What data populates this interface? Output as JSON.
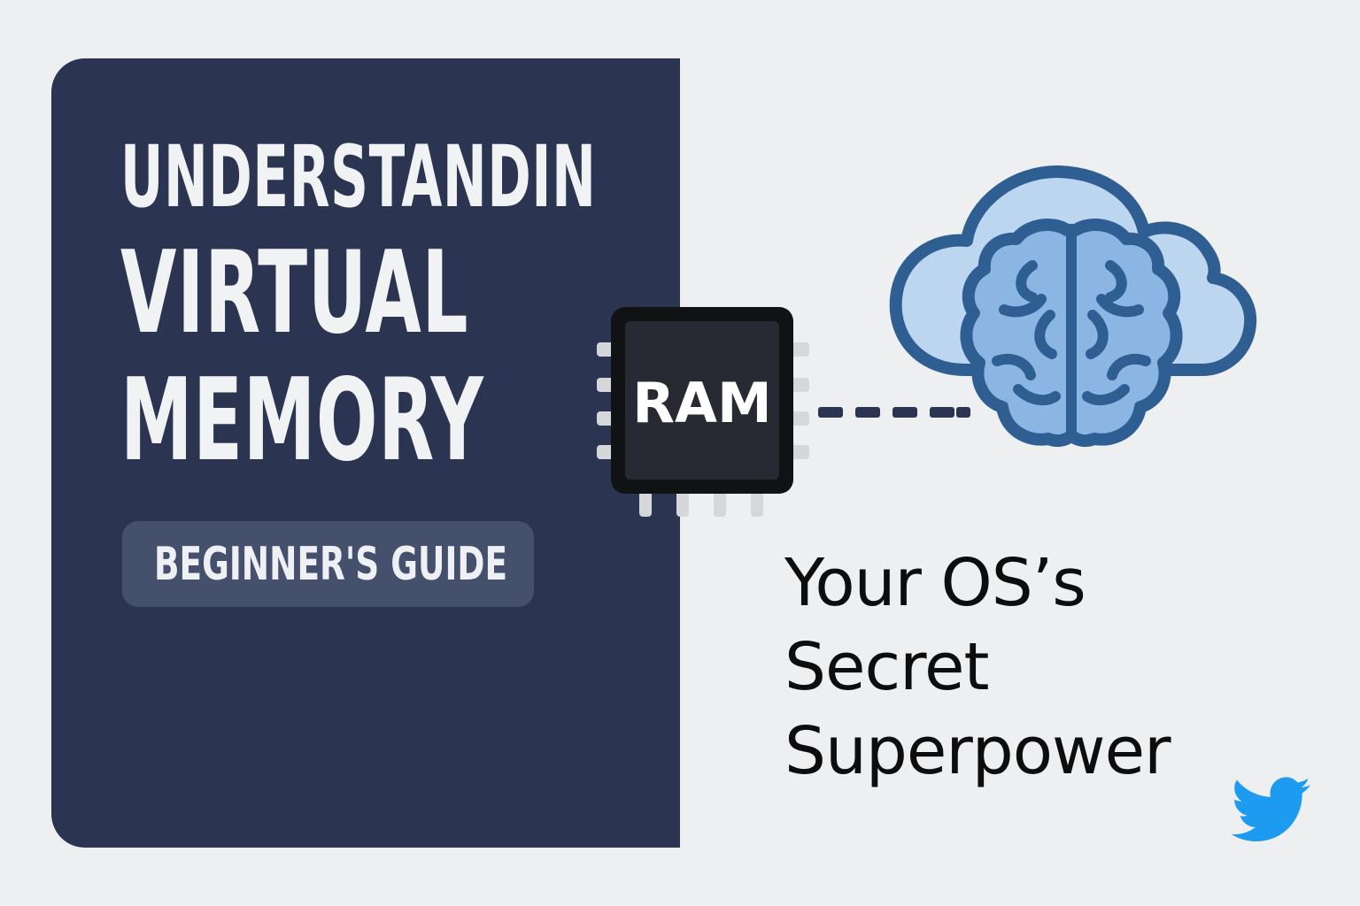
{
  "cover": {
    "title_line1": "UNDERSTANDIN",
    "title_line1_overflow": "G",
    "title_line2": "VIRTUAL",
    "title_line3": "MEMORY",
    "badge": "BEGINNER'S GUIDE"
  },
  "chip": {
    "label": "RAM"
  },
  "tagline": {
    "line1": "Your OS’s",
    "line2": "Secret",
    "line3": "Superpower"
  },
  "icons": {
    "chip": "ram-chip-icon",
    "cloud": "cloud-icon",
    "brain": "brain-icon",
    "connector": "dashed-connector",
    "bird": "twitter-bird-icon"
  },
  "colors": {
    "background": "#eeeff0",
    "panel": "#2b3451",
    "badge": "#45506d",
    "chip": "#22242b",
    "cloud_fill": "#bdd6f0",
    "brain_fill": "#8bb6e4",
    "outline": "#2f5e93",
    "twitter_blue": "#1d9bf0"
  }
}
